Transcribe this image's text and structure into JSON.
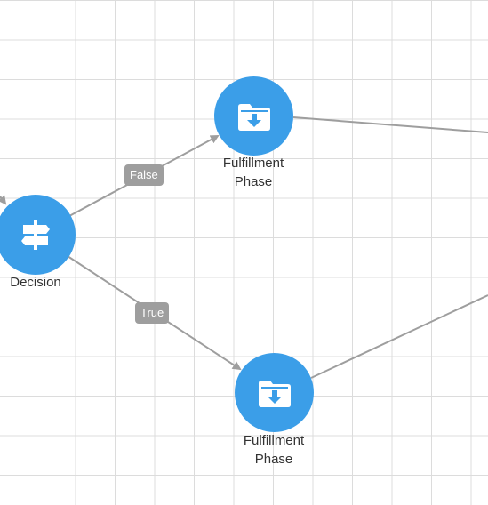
{
  "colors": {
    "node_fill": "#3b9ee8",
    "connector": "#9e9e9e",
    "badge_fill": "#9e9e9e",
    "grid_line": "#dcdcdc"
  },
  "nodes": {
    "decision": {
      "label": "Decision",
      "icon": "signpost-icon"
    },
    "fulfillment_top": {
      "label_line1": "Fulfillment",
      "label_line2": "Phase",
      "icon": "folder-download-icon"
    },
    "fulfillment_bottom": {
      "label_line1": "Fulfillment",
      "label_line2": "Phase",
      "icon": "folder-download-icon"
    }
  },
  "edges": {
    "false_label": "False",
    "true_label": "True"
  }
}
